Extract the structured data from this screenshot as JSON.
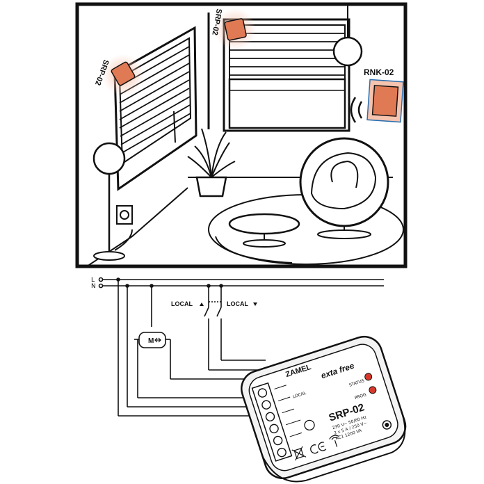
{
  "colors": {
    "accent": "#e07a55",
    "accent_glow": "#f6c3ae",
    "line": "#111111",
    "led": "#d8382a",
    "panel_border": "#2a6fb0"
  },
  "room": {
    "device_label_left": "SRP-02",
    "device_label_top": "SRP-02",
    "remote_label": "RNK-02"
  },
  "wiring": {
    "line_l": "L",
    "line_n": "N",
    "local_up": "LOCAL",
    "local_down": "LOCAL",
    "motor_label": "M"
  },
  "module": {
    "brand": "ZAMEL",
    "series": "exta free",
    "model": "SRP-02",
    "terminal_label": "LOCAL",
    "led_label_top": "STATUS",
    "led_label_bottom": "PROG",
    "spec_lines": [
      "230 V~ 50/60 Hz",
      "2 x 5 A / 250 V~",
      "AC1 1200 VA"
    ],
    "icons": [
      "weee-bin-icon",
      "ce-mark-icon",
      "antenna-icon"
    ]
  }
}
